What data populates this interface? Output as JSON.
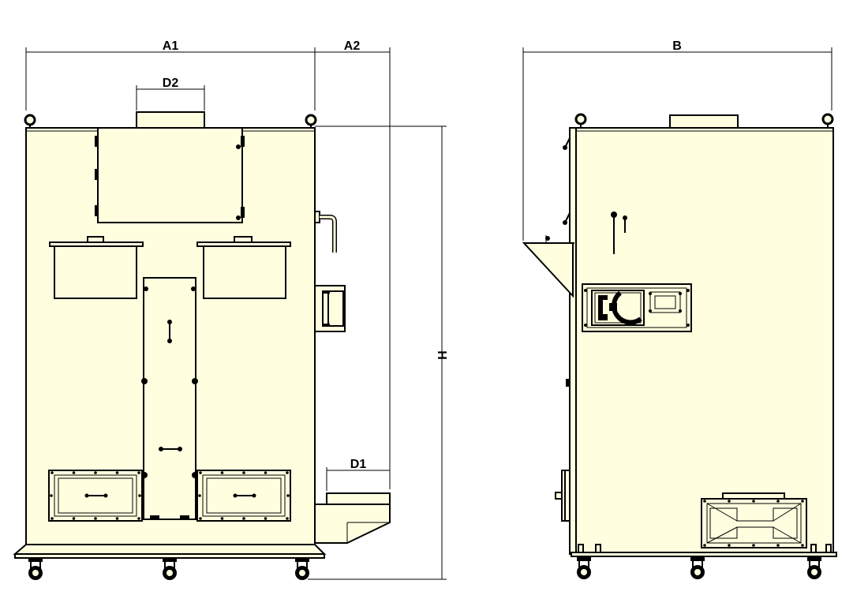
{
  "colors": {
    "body_fill": "#FFFFE0",
    "outline": "#000000",
    "background": "#FFFFFF"
  },
  "dimensions": {
    "a1": "A1",
    "a2": "A2",
    "d2": "D2",
    "d1": "D1",
    "h": "H",
    "b": "B"
  },
  "views": [
    "front-view",
    "side-view"
  ]
}
